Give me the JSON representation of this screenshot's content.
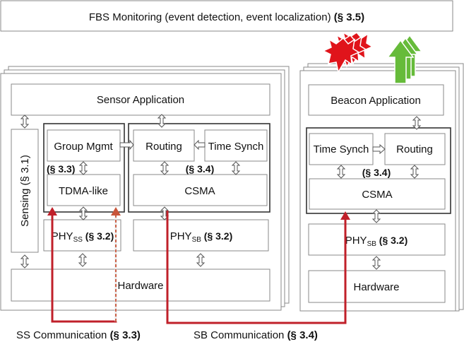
{
  "title": "FBS Monitoring (event detection, event localization) ",
  "title_ref": "(§ 3.5)",
  "sensor_node": {
    "application": "Sensor Application",
    "sensing": "Sensing (§ 3.1)",
    "group_mgmt": "Group Mgmt",
    "group_ref": "(§ 3.3)",
    "tdma": "TDMA-like",
    "routing": "Routing",
    "time_synch": "Time Synch",
    "stack_ref": "(§ 3.4)",
    "csma": "CSMA",
    "phy_ss": "PHY",
    "phy_ss_sub": "SS",
    "phy_ss_ref": " (§ 3.2)",
    "phy_sb": "PHY",
    "phy_sb_sub": "SB",
    "phy_sb_ref": " (§ 3.2)",
    "hardware": "Hardware"
  },
  "beacon_node": {
    "application": "Beacon Application",
    "time_synch": "Time Synch",
    "routing": "Routing",
    "stack_ref": "(§ 3.4)",
    "csma": "CSMA",
    "phy_sb": "PHY",
    "phy_sb_sub": "SB",
    "phy_sb_ref": " (§ 3.2)",
    "hardware": "Hardware"
  },
  "communications": {
    "ss_label": "SS Communication ",
    "ss_ref": "(§ 3.3)",
    "sb_label": "SB Communication ",
    "sb_ref": "(§ 3.4)"
  },
  "colors": {
    "red_arrow": "#e0141b",
    "dark_red_line": "#c0202a",
    "dashed_line": "#c8553a",
    "green_arrow": "#66bb3a"
  }
}
